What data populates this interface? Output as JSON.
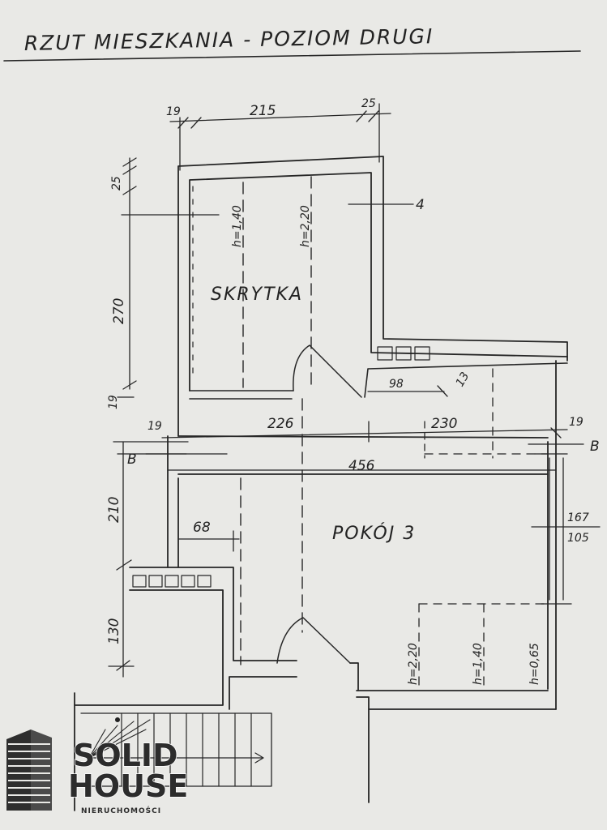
{
  "title": "RZUT MIESZKANIA - POZIOM DRUGI",
  "rooms": {
    "storage": "SKRYTKA",
    "room3": "POKÓJ 3"
  },
  "section_marks": {
    "left": "B",
    "right": "B",
    "stair_mark": "4"
  },
  "dimensions": {
    "top_left": "19",
    "top_main": "215",
    "top_right": "25",
    "left_small": "25",
    "left_270": "270",
    "left_19": "19",
    "left_210": "210",
    "left_130": "130",
    "step_98": "98",
    "step_13": "13",
    "row_19_left": "19",
    "row_226": "226",
    "row_230": "230",
    "row_19_right": "19",
    "width_456": "456",
    "window_68": "68",
    "window_167": "167",
    "window_105": "105"
  },
  "heights": {
    "h140_top": "h=1,40",
    "h220_top": "h=2,20",
    "h220_bottom": "h=2,20",
    "h140_bottom": "h=1,40",
    "h065_bottom": "h=0,65"
  },
  "logo": {
    "line1": "SOLID",
    "line2": "HOUSE",
    "sub": "NIERUCHOMOŚCI"
  }
}
